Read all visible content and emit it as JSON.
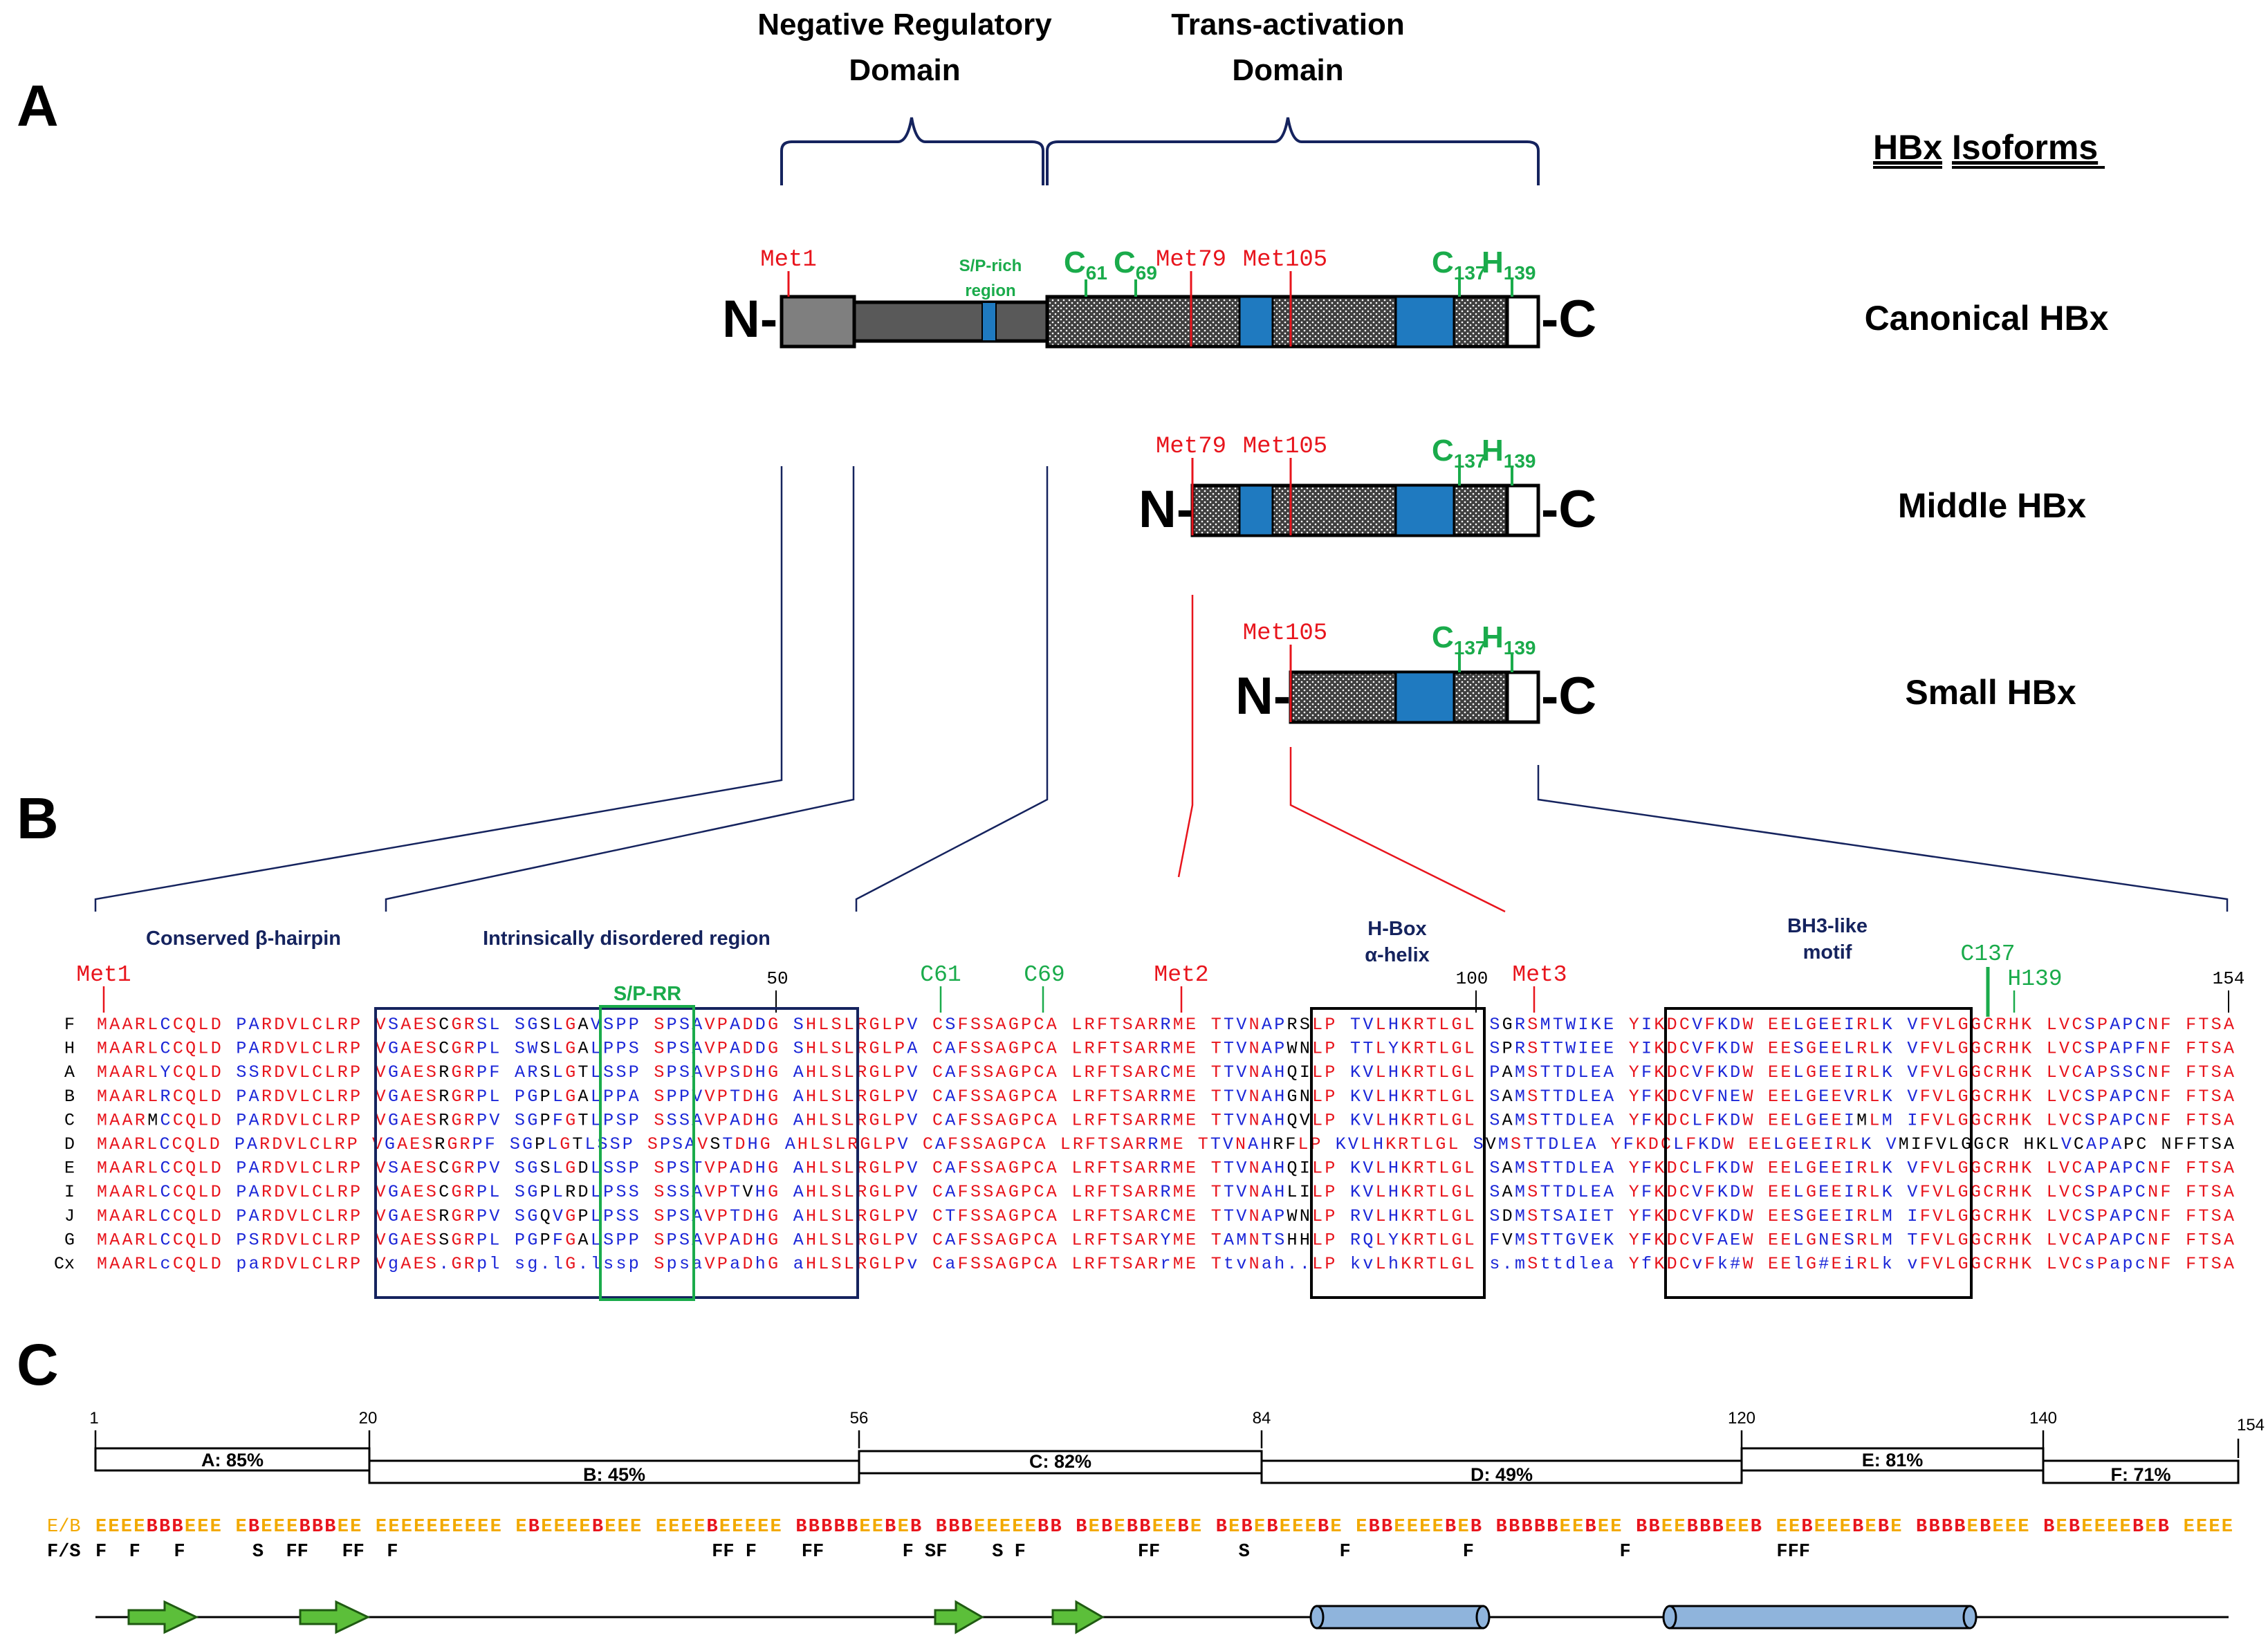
{
  "colors": {
    "navy": "#15235e",
    "red": "#e8141c",
    "green": "#1aab4b",
    "blue": "#1b27d8",
    "helix_blue": "#1f7ac0",
    "gray_nterm": "#7f7f7f",
    "gray_dark": "#595959",
    "orange": "#f2a900",
    "cyl_blue": "#8fb4dc",
    "arrow_green": "#5cbf3a"
  },
  "panels": {
    "a": {
      "letter": "A"
    },
    "b": {
      "letter": "B"
    },
    "c": {
      "letter": "C"
    }
  },
  "panelA": {
    "isoforms_title_1": "HBx",
    "isoforms_title_2": "Isoforms",
    "domain_nrd_1": "Negative Regulatory",
    "domain_nrd_2": "Domain",
    "domain_tad_1": "Trans-activation",
    "domain_tad_2": "Domain",
    "sp_rich_1": "S/P-rich",
    "sp_rich_2": "region",
    "n_label": "N-",
    "c_label": "-C",
    "isoforms": [
      {
        "name": "Canonical HBx"
      },
      {
        "name": "Middle HBx"
      },
      {
        "name": "Small HBx"
      }
    ],
    "markers": {
      "met1": "Met1",
      "met79": "Met79",
      "met105": "Met105",
      "c61": "C",
      "c61_sub": "61",
      "c69": "C",
      "c69_sub": "69",
      "c137": "C",
      "c137_sub": "137",
      "h139": "H",
      "h139_sub": "139"
    }
  },
  "panelB": {
    "region_labels": {
      "hairpin": "Conserved β-hairpin",
      "idr": "Intrinsically disordered region",
      "hbox_1": "H-Box",
      "hbox_2": "α-helix",
      "bh3_1": "BH3-like",
      "bh3_2": "motif"
    },
    "position_labels": {
      "met1": "Met1",
      "c61": "C61",
      "c69": "C69",
      "met2": "Met2",
      "met3": "Met3",
      "c137": "C137",
      "h139": "H139",
      "spr": "S/P-RR",
      "n50": "50",
      "n100": "100",
      "n154": "154"
    },
    "alignment": [
      {
        "label": "F",
        "seq": "MAARLCCQLD PARDVLCLRP VSAESCGRSL SGSLGAVSPP SPSAVPADDG SHLSLRGLPV CSFSSAGPCA LRFTSARRME TTVNAPRSLP TVLHKRTLGL SGRSMTWIKE YIKDCVFKDW EELGEEIRLK VFVLGGCRHK LVCSPAPCNF FTSA"
      },
      {
        "label": "H",
        "seq": "MAARLCCQLD PARDVLCLRP VGAESCGRPL SWSLGALPPS SPSAVPADDG SHLSLRGLPA CAFSSAGPCA LRFTSARRME TTVNAPWNLP TTLYKRTLGL SPRSTTWIEE YIKDCVFKDW EESGEELRLK VFVLGGCRHK LVCSPAPFNF FTSA"
      },
      {
        "label": "A",
        "seq": "MAARLYCQLD SSRDVLCLRP VGAESRGRPF ARSLGTLSSP SPSAVPSDHG AHLSLRGLPV CAFSSAGPCA LRFTSARCME TTVNAHQILP KVLHKRTLGL PAMSTTDLEA YFKDCVFKDW EELGEEIRLK VFVLGGCRHK LVCAPSSCNF FTSA"
      },
      {
        "label": "B",
        "seq": "MAARLRCQLD PARDVLCLRP VGAESRGRPL PGPLGALPPA SPPVVPTDHG AHLSLRGLPV CAFSSAGPCA LRFTSARRME TTVNAHGNLP KVLHKRTLGL SAMSTTDLEA YFKDCVFNEW EELGEEVRLK VFVLGGCRHK LVCSPAPCNF FTSA"
      },
      {
        "label": "C",
        "seq": "MAARMCCQLD PARDVLCLRP VGAESRGRPV SGPFGTLPSP SSSAVPADHG AHLSLRGLPV CAFSSAGPCA LRFTSARRME TTVNAHQVLP KVLHKRTLGL SAMSTTDLEA YFKDCLFKDW EELGEEIMLM IFVLGGCRHK LVCSPAPCNF FTSA"
      },
      {
        "label": "D",
        "seq": "MAARLCCQLD PARDVLCLRP VGAESRGRPF SGPLGTLSSP SPSAVSTDHG AHLSLRGLPV CAFSSAGPCA LRFTSARRME TTVNAHRFLP KVLHKRTLGL SVMSTTDLEA YFKDCLFKDW EELGEEIRLK VMIFVLGGCR HKLVCAPAPC NFFTSA"
      },
      {
        "label": "E",
        "seq": "MAARLCCQLD PARDVLCLRP VSAESCGRPV SGSLGDLSSP SPSTVPADHG AHLSLRGLPV CAFSSAGPCA LRFTSARRME TTVNAHQILP KVLHKRTLGL SAMSTTDLEA YFKDCLFKDW EELGEEIRLK VFVLGGCRHK LVCAPAPCNF FTSA"
      },
      {
        "label": "I",
        "seq": "MAARLCCQLD PARDVLCLRP VGAESCGRPL SGPLRDLPSS SSSAVPTVHG AHLSLRGLPV CAFSSAGPCA LRFTSARRME TTVNAHLILP KVLHKRTLGL SAMSTTDLEA YFKDCVFKDW EELGEEIRLK VFVLGGCRHK LVCSPAPCNF FTSA"
      },
      {
        "label": "J",
        "seq": "MAARLCCQLD PARDVLCLRP VGAESRGRPV SGQVGPLPSS SPSAVPTDHG AHLSLRGLPV CTFSSAGPCA LRFTSARCME TTVNAPWNLP RVLHKRTLGL SDMSTSAIET YFKDCVFKDW EESGEEIRLM IFVLGGCRHK LVCSPAPCNF FTSA"
      },
      {
        "label": "G",
        "seq": "MAARLCCQLD PSRDVLCLRP VGAESSGRPL PGPFGALSPP SPSAVPADHG AHLSLRGLPV CAFSSAGPCA LRFTSARYME TAMNTSHHLP RQLYKRTLGL FVMSTTGVEK YFKDCVFAEW EELGNESRLM TFVLGGCRHK LVCAPAPCNF FTSA"
      },
      {
        "label": "Cx",
        "seq": "MAARLcCQLD paRDVLCLRP VgAES.GRpl sg.lG.lssp SpsaVPaDhG aHLSLRGLPv CaFSSAGPCA LRFTSARrME TtvNah..LP kvLhKRTLGL s.mSttdlea YfKDCvFk#W EElG#EiRLk vFVLGGCRHK LVCsPapcNF FTSA"
      }
    ]
  },
  "panelC": {
    "numbers": [
      "1",
      "20",
      "56",
      "84",
      "120",
      "140",
      "154"
    ],
    "segments": [
      {
        "label": "A: 85%"
      },
      {
        "label": "B: 45%"
      },
      {
        "label": "C: 82%"
      },
      {
        "label": "D: 49%"
      },
      {
        "label": "E: 81%"
      },
      {
        "label": "F: 71%"
      }
    ],
    "eb_label": "E/B",
    "eb_string": "EEEEBBBEEE EBEEEBBBEE EEEEEEEEEE EBEEEEBEEE EEEEBEEEEE BBBBBEEBEB BBBEEEEEBB BEBEBBEEBE BEBEBEEEBE EBBEEEEBEB BBBBBEEBEE BBEEBBBEEB EEBEEEBEBE BBBBEBEEE BEBEEEEBEB EEEE",
    "fs_label": "F/S",
    "fs_string": "F  F   F      S  FF   FF  F                            FF F    FF       F SF    S F          FF       S        F          F             F             FFF",
    "secondary_structure": [
      {
        "type": "strand",
        "label": "beta-strand-1"
      },
      {
        "type": "strand",
        "label": "beta-strand-2"
      },
      {
        "type": "strand",
        "label": "beta-strand-3"
      },
      {
        "type": "strand",
        "label": "beta-strand-4"
      },
      {
        "type": "helix",
        "label": "alpha-helix-1"
      },
      {
        "type": "helix",
        "label": "alpha-helix-2"
      }
    ]
  }
}
